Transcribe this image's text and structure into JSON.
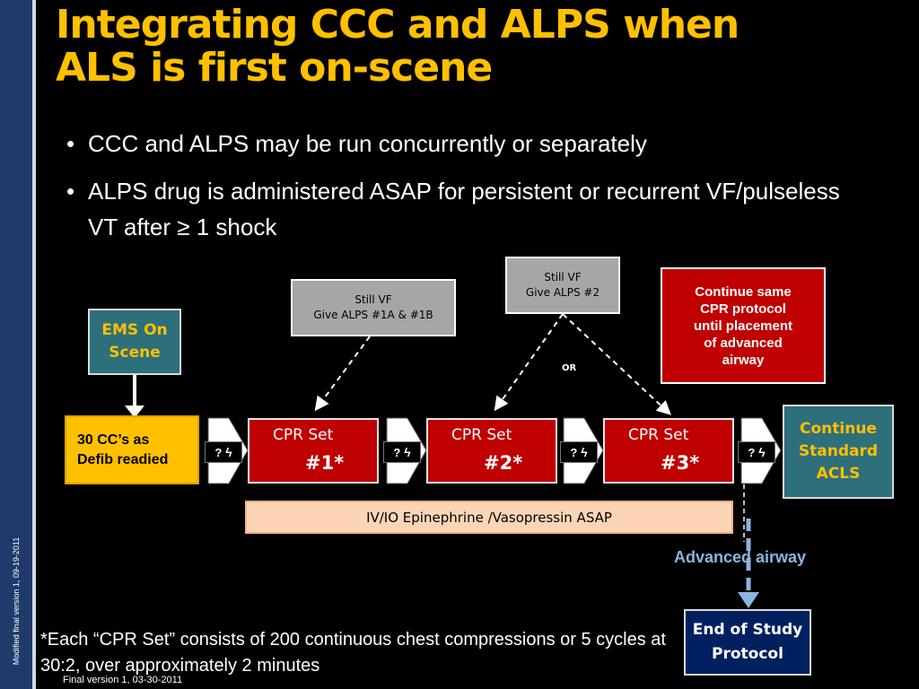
{
  "slide": {
    "title_line1": "Integrating CCC and ALPS when",
    "title_line2": "ALS is first on-scene",
    "bullets": [
      "CCC and ALPS may be run concurrently or separately",
      "ALPS drug is administered ASAP for persistent or recurrent VF/pulseless VT after ≥ 1 shock"
    ],
    "side_note": "Modified final version 1, 09-19-2011",
    "footer_version": "Final version 1, 03-30-2011",
    "footnote": "*Each “CPR Set” consists of 200 continuous chest compressions or 5 cycles at 30:2, over approximately 2 minutes"
  },
  "diagram": {
    "ems_on_scene": [
      "EMS On",
      "Scene"
    ],
    "cc_defib": [
      "30 CC’s as",
      "Defib readied"
    ],
    "cpr_sets": [
      {
        "label": "CPR Set",
        "number": "#1*"
      },
      {
        "label": "CPR Set",
        "number": "#2*"
      },
      {
        "label": "CPR Set",
        "number": "#3*"
      }
    ],
    "decision": {
      "label": "?",
      "icon": "lightning-icon"
    },
    "still_vf_1": [
      "Still VF",
      "Give ALPS #1A & #1B"
    ],
    "still_vf_2": [
      "Still VF",
      "Give ALPS #2"
    ],
    "or_label": "OR",
    "continue_cpr": [
      "Continue same",
      "CPR protocol",
      "until placement",
      "of advanced",
      "airway"
    ],
    "continue_acls": [
      "Continue",
      "Standard",
      "ACLS"
    ],
    "epinephrine": "IV/IO Epinephrine /Vasopressin ASAP",
    "advanced_airway": "Advanced airway",
    "end_of_study": [
      "End of Study",
      "Protocol"
    ]
  },
  "colors": {
    "title": "#ffc000",
    "sidebar": "#1f3a6b",
    "cpr_red": "#c00000",
    "teal": "#2e6f7c",
    "navy": "#002060",
    "airway_blue": "#8db4e2",
    "epinephrine_fill": "#fbd5b5"
  }
}
